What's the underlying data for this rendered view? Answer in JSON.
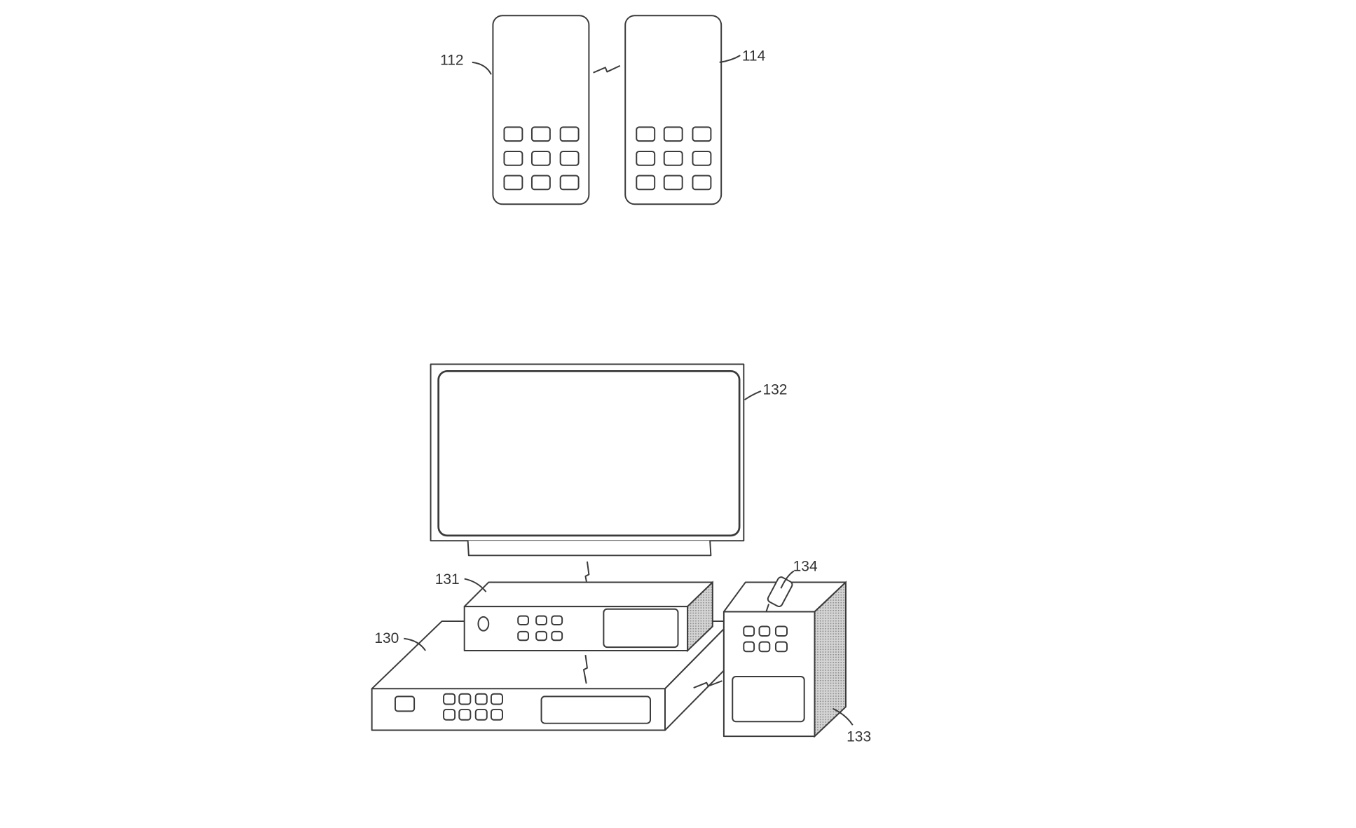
{
  "figure": {
    "labels": {
      "phone_a": "112",
      "phone_b": "114",
      "hub": "130",
      "set_top_box": "131",
      "television": "132",
      "speaker_unit": "133",
      "small_device": "134"
    },
    "colors": {
      "line": "#3a3a3a",
      "shading": "#9a9a9a",
      "background": "#ffffff"
    }
  }
}
